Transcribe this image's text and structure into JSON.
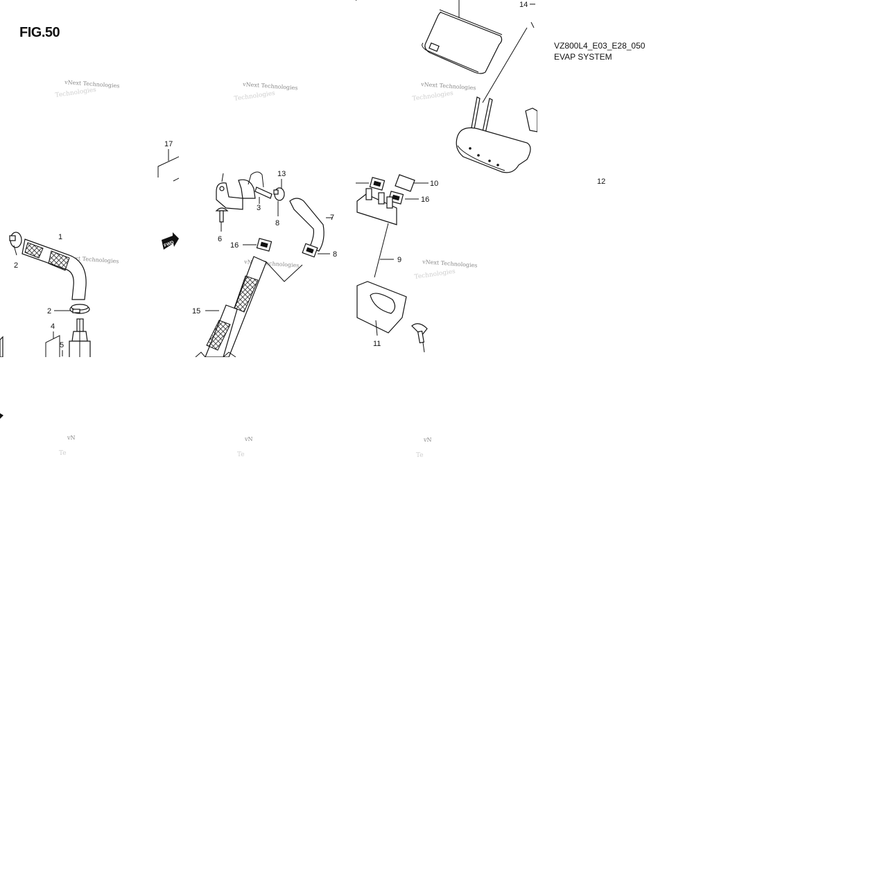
{
  "figure": {
    "title": "FIG.50",
    "code": "VZ800L4_E03_E28_050",
    "system": "EVAP SYSTEM"
  },
  "callouts": [
    {
      "num": "1"
    },
    {
      "num": "2"
    },
    {
      "num": "2"
    },
    {
      "num": "3"
    },
    {
      "num": "4"
    },
    {
      "num": "5"
    },
    {
      "num": "6"
    },
    {
      "num": "7"
    },
    {
      "num": "8"
    },
    {
      "num": "8"
    },
    {
      "num": "9"
    },
    {
      "num": "10"
    },
    {
      "num": "11"
    },
    {
      "num": "12"
    },
    {
      "num": "13"
    },
    {
      "num": "14"
    },
    {
      "num": "15"
    },
    {
      "num": "16"
    },
    {
      "num": "16"
    },
    {
      "num": "17"
    }
  ],
  "forward_marker": "FWD",
  "watermark": "vNext Technologies",
  "icons": {
    "forward_marker": "fwd-arrow-icon"
  }
}
